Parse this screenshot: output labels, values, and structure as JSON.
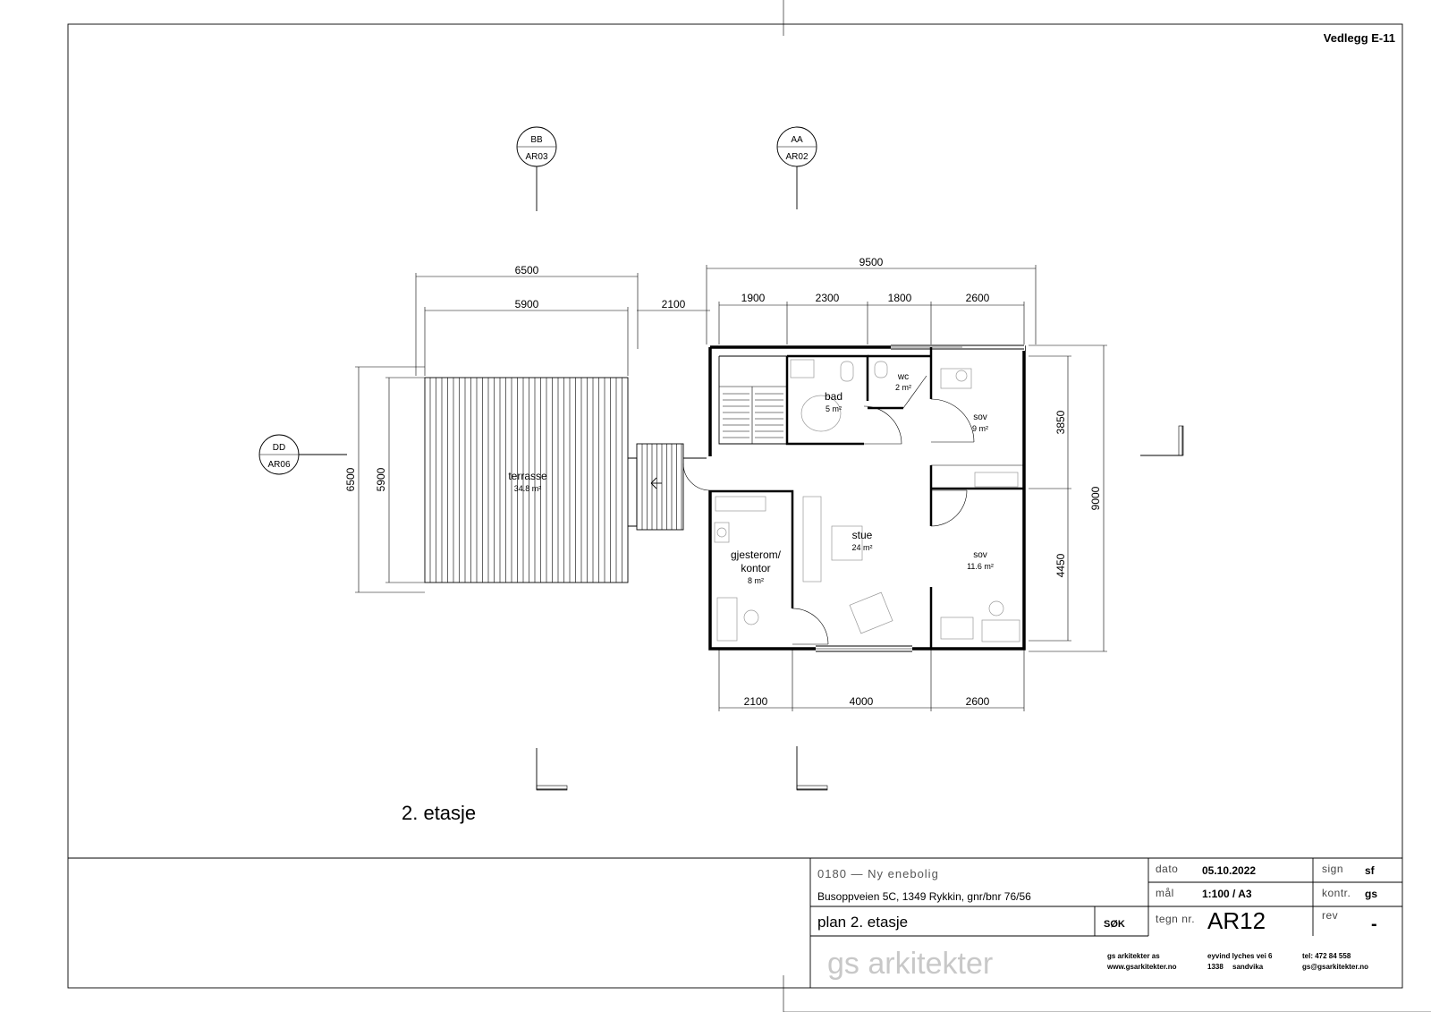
{
  "sheet": {
    "attachment": "Vedlegg E-11",
    "floor_title": "2. etasje"
  },
  "sections": [
    {
      "id": "BB",
      "sheet": "AR03"
    },
    {
      "id": "AA",
      "sheet": "AR02"
    },
    {
      "id": "DD",
      "sheet": "AR06"
    }
  ],
  "dimensions": {
    "top_overall_left": "6500",
    "top_inner_left": "5900",
    "top_gap": "2100",
    "top_overall_right": "9500",
    "top_segments": [
      "1900",
      "2300",
      "1800",
      "2600"
    ],
    "bottom_segments": [
      "2100",
      "4000",
      "2600"
    ],
    "left_outer": "6500",
    "left_inner": "5900",
    "right_upper": "3850",
    "right_lower": "4450",
    "right_overall": "9000"
  },
  "rooms": [
    {
      "name": "terrasse",
      "area": "34.8 m²"
    },
    {
      "name": "bad",
      "area": "5 m²"
    },
    {
      "name": "wc",
      "area": "2 m²"
    },
    {
      "name": "sov",
      "area": "9 m²"
    },
    {
      "name": "stue",
      "area": "24 m²"
    },
    {
      "name": "sov",
      "area": "11.6 m²"
    },
    {
      "name_line1": "gjesterom/",
      "name_line2": "kontor",
      "area": "8 m²"
    }
  ],
  "title_block": {
    "project": "0180 — Ny enebolig",
    "address": "Busoppveien 5C, 1349 Rykkin, gnr/bnr 76/56",
    "drawing_title": "plan 2. etasje",
    "soknad": "SØK",
    "date_label": "dato",
    "date_value": "05.10.2022",
    "scale_label": "mål",
    "scale_value": "1:100 / A3",
    "drawing_no_label": "tegn nr.",
    "drawing_no": "AR12",
    "sign_label": "sign",
    "sign_value": "sf",
    "check_label": "kontr.",
    "check_value": "gs",
    "rev_label": "rev",
    "rev_value": "-",
    "logo": "gs arkitekter",
    "company_name": "gs arkitekter as",
    "company_web": "www.gsarkitekter.no",
    "street": "eyvind lyches vei 6",
    "postcode": "1338",
    "city": "sandvika",
    "phone": "tel: 472 84 558",
    "email": "gs@gsarkitekter.no"
  }
}
